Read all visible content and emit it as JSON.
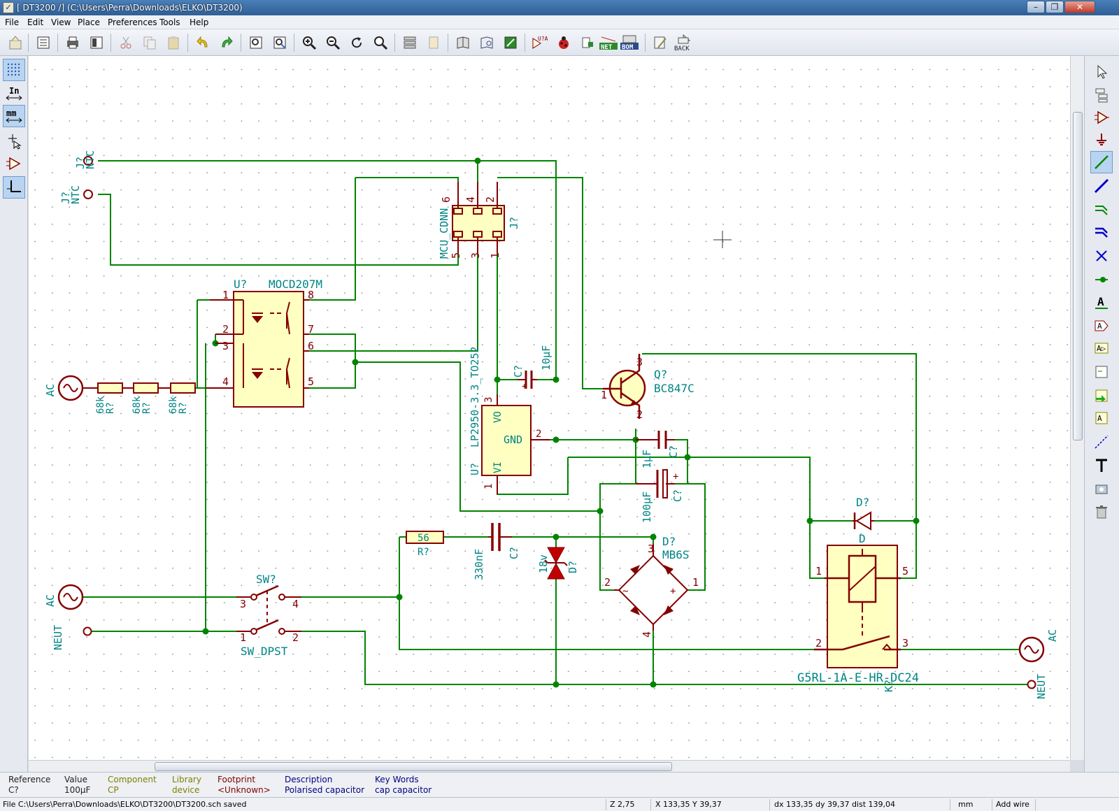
{
  "window": {
    "title": "[ DT3200 /] (C:\\Users\\Perra\\Downloads\\ELKO\\DT3200)",
    "minimize": "–",
    "restore": "❐",
    "close": "✕"
  },
  "menu": [
    "File",
    "Edit",
    "View",
    "Place",
    "Preferences",
    "Tools",
    "Help"
  ],
  "toolbar": {
    "labels": {
      "net": "NET",
      "bom": "BOM",
      "back": "BACK",
      "annotate": "U?A"
    }
  },
  "lefttoolbar": {
    "inch_label": "In",
    "mm_label": "mm"
  },
  "schematic": {
    "j1_ref": "J?",
    "j1_val": "NTC",
    "j2_ref": "J?",
    "j2_val": "NTC",
    "conn_ref": "J?",
    "conn_val": "MCU_CDNN",
    "conn_pins_top": [
      "6",
      "4",
      "2"
    ],
    "conn_pins_bottom": [
      "5",
      "3",
      "1"
    ],
    "opto_ref": "U?",
    "opto_val": "MOCD207M",
    "opto_pins": [
      "1",
      "2",
      "3",
      "4",
      "8",
      "7",
      "6",
      "5"
    ],
    "res_vals": [
      "68k",
      "68k",
      "68k"
    ],
    "res_refs": [
      "R?",
      "R?",
      "R?"
    ],
    "ac_label": "AC",
    "neut_label": "NEUT",
    "ldo_ref": "U?",
    "ldo_val": "LP2950-3.3_TO252",
    "ldo_pins": {
      "vo": "VO",
      "gnd": "GND",
      "vi": "VI",
      "p3": "3",
      "p2": "2",
      "p1": "1"
    },
    "c1_ref": "C?",
    "c1_val": "10µF",
    "c2_ref": "C?",
    "c2_val": "1µF",
    "c3_ref": "C?",
    "c3_val": "100µF",
    "c4_ref": "C?",
    "c4_val": "330nF",
    "r4_ref": "R?",
    "r4_val": "56",
    "q_ref": "Q?",
    "q_val": "BC847C",
    "q_pins": [
      "1",
      "2",
      "3"
    ],
    "dz_ref": "D?",
    "dz_val": "18v",
    "br_ref": "D?",
    "br_val": "MB6S",
    "br_pins": [
      "3",
      "2",
      "1",
      "4"
    ],
    "d_ref": "D?",
    "d_val": "D",
    "sw_ref": "SW?",
    "sw_val": "SW_DPST",
    "sw_pins": [
      "3",
      "4",
      "1",
      "2"
    ],
    "relay_ref": "K?",
    "relay_val": "G5RL-1A-E-HR-DC24",
    "relay_pins": [
      "1",
      "5",
      "2",
      "3"
    ]
  },
  "info": {
    "reference_label": "Reference",
    "reference_value": "C?",
    "value_label": "Value",
    "value_value": "100µF",
    "component_label": "Component",
    "component_value": "CP",
    "library_label": "Library",
    "library_value": "device",
    "footprint_label": "Footprint",
    "footprint_value": "<Unknown>",
    "description_label": "Description",
    "description_value": "Polarised capacitor",
    "keywords_label": "Key Words",
    "keywords_value": "cap capacitor"
  },
  "status": {
    "message": "File C:\\Users\\Perra\\Downloads\\ELKO\\DT3200\\DT3200.sch saved",
    "zoom": "Z 2,75",
    "abs_coords": "X 133,35  Y 39,37",
    "rel_coords": "dx 133,35  dy 39,37  dist 139,04",
    "units": "mm",
    "mode": "Add wire"
  },
  "colors": {
    "wire": "#008400",
    "component": "#840000",
    "fill": "#ffffc2",
    "label": "#008484",
    "junction": "#008400"
  }
}
